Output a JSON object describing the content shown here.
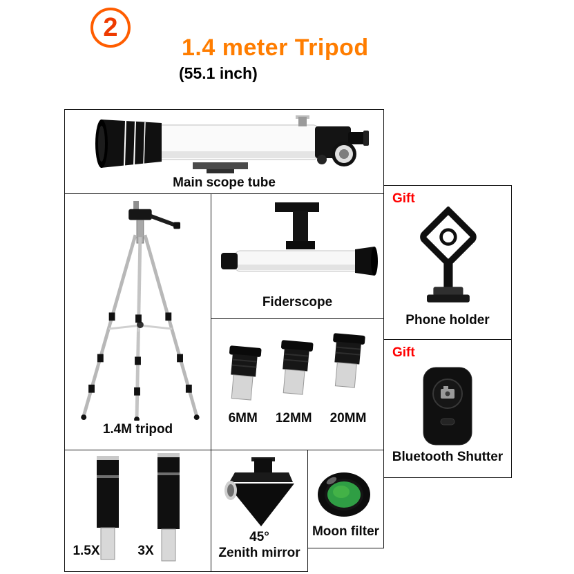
{
  "header": {
    "badge_number": "2",
    "title": "1.4 meter Tripod",
    "subtitle": "(55.1 inch)"
  },
  "colors": {
    "accent_orange": "#FF7D00",
    "badge_orange": "#FF5D00",
    "gift_red": "#FF0000",
    "moon_filter_green": "#2F9E44"
  },
  "cells": {
    "main_scope": {
      "label": "Main scope tube"
    },
    "tripod": {
      "label": "1.4M tripod"
    },
    "finderscope": {
      "label": "Fiderscope"
    },
    "eyepieces": {
      "labels": [
        "6MM",
        "12MM",
        "20MM"
      ]
    },
    "phone_holder": {
      "badge": "Gift",
      "label": "Phone holder"
    },
    "bluetooth_shutter": {
      "badge": "Gift",
      "label": "Bluetooth Shutter"
    },
    "barlow_lenses": {
      "labels": [
        "1.5X",
        "3X"
      ]
    },
    "zenith_mirror": {
      "line1": "45°",
      "line2": "Zenith mirror"
    },
    "moon_filter": {
      "label": "Moon filter"
    }
  }
}
